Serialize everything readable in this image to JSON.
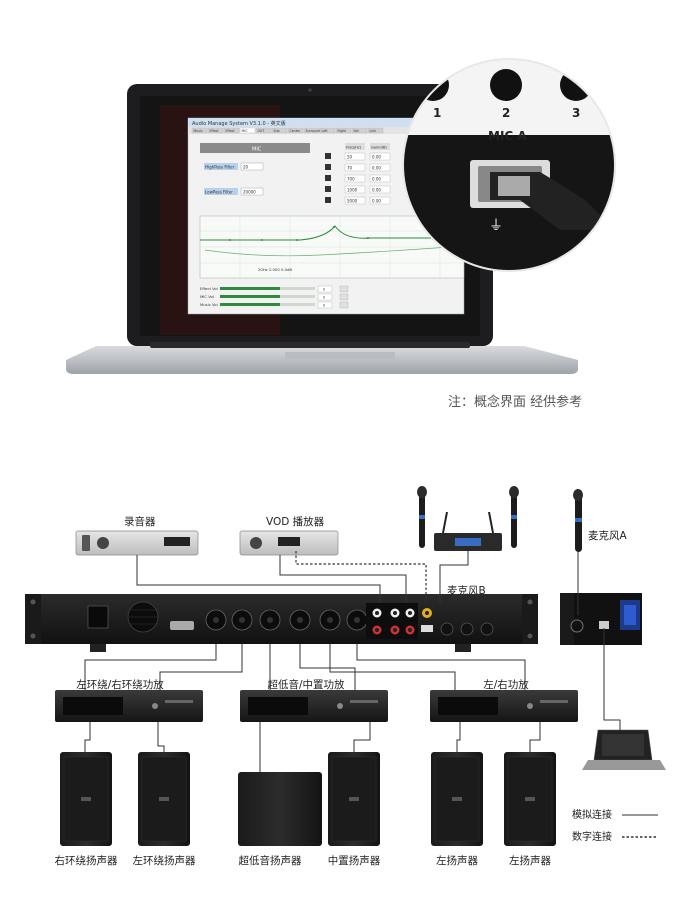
{
  "laptop": {
    "window_title": "Audio Manage System V3.1.0 - 英文版",
    "tabs": [
      "Music",
      "Effect",
      "Effect",
      "MIC",
      "OUT",
      "Sub",
      "Center",
      "Surround",
      "Left",
      "Right",
      "Set",
      "Link"
    ],
    "panel_title": "MIC",
    "hp_filter_label": "HighPass Filter",
    "hp_filter_value": "20",
    "lp_filter_label": "LowPass Filter",
    "lp_filter_value": "20000",
    "col_freq": "Freq(Hz)",
    "col_gain": "Gain(dB)",
    "freq_values": [
      "50",
      "70",
      "700",
      "1000",
      "5000"
    ],
    "gain_values": [
      "0.00",
      "0.00",
      "0.00",
      "0.00",
      "0.00"
    ],
    "eq_readout": "20Hz  2.000   0.0dB",
    "sliders": [
      {
        "label": "Effect Vol",
        "value": "0"
      },
      {
        "label": "MIC Vol",
        "value": "0"
      },
      {
        "label": "Music Vol",
        "value": "0"
      }
    ],
    "inset_numbers": [
      "1",
      "2",
      "3"
    ],
    "inset_label": "MIC A",
    "usb_icon": "usb-icon"
  },
  "caption": "注：概念界面 经供参考",
  "devices": {
    "recorder": "录音器",
    "vod": "VOD 播放器",
    "mic_a": "麦克风A",
    "mic_b": "麦克风B"
  },
  "amps": [
    "左环绕/右环绕功放",
    "超低音/中置功放",
    "左/右功放"
  ],
  "speakers": [
    "右环绕扬声器",
    "左环绕扬声器",
    "超低音扬声器",
    "中置扬声器",
    "左扬声器",
    "左扬声器"
  ],
  "legend": {
    "analog": "模拟连接",
    "digital": "数字连接"
  },
  "colors": {
    "screen_blue": "#a9c6e8",
    "eq_green": "#2e8b3e",
    "device_dark": "#1e1e1e"
  }
}
